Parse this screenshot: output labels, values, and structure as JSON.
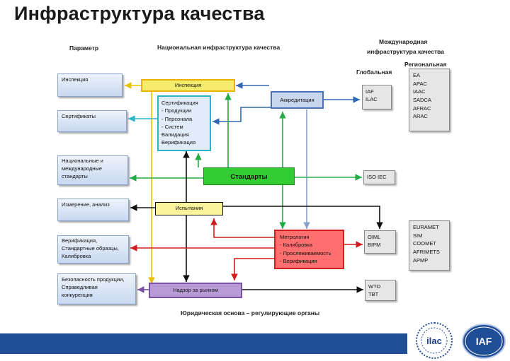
{
  "title": "Инфраструктура качества",
  "headers": {
    "parameter": "Параметр",
    "national": "Национальная инфраструктура качества",
    "international": [
      "Международная",
      "инфраструктура качества"
    ],
    "global": "Глобальная",
    "regional": "Региональная",
    "legal": "Юридическая основа – регулирующие органы"
  },
  "parameters": {
    "inspection": [
      "Инспекция"
    ],
    "certificates": [
      "Сертификаты"
    ],
    "standards": [
      "Национальные и",
      "международные",
      "стандарты"
    ],
    "measurement": [
      "Измерение, анализ"
    ],
    "verification": [
      "Верификация,",
      "Стандартные образцы,",
      "Калибровка"
    ],
    "safety": [
      "Безопасность продукции,",
      "Справедливая",
      "конкуренция"
    ]
  },
  "nodes": {
    "inspection": "Инспекция",
    "certification": [
      "Сертификация",
      "- Продукции",
      "- Персонала",
      "- Систем",
      "Валидация",
      "Верификация"
    ],
    "accreditation": "Аккредитация",
    "standards": "Стандарты",
    "testing": "Испытания",
    "metrology": [
      "Метрология",
      "- Калибровка",
      "- Прослеживаемость",
      "- Верификация"
    ],
    "market_surveillance": "Надзор за рынком"
  },
  "global_boxes": {
    "iaf": [
      "IAF",
      "ILAC"
    ],
    "iso": [
      "ISO IEC"
    ],
    "oiml": [
      "OIML",
      "BIPM"
    ],
    "wto": [
      "WTO",
      "TBT"
    ]
  },
  "regional_boxes": {
    "top": [
      "EA",
      "APAC",
      "IAAC",
      "SADCA",
      "AFRAC",
      "ARAC"
    ],
    "bottom": [
      "EURAMET",
      "SIM",
      "COOMET",
      "AFRIMETS",
      "APMP"
    ]
  },
  "logos": {
    "ilac": "ilac",
    "iaf": "IAF"
  },
  "colors": {
    "inspection_fill": "#f5ec6e",
    "inspection_border": "#e8b200",
    "certification_fill": "#e2ecf8",
    "certification_border": "#2ab3c9",
    "accreditation_fill": "#c9d7ee",
    "accreditation_border": "#4a72b8",
    "standards_fill": "#33cc33",
    "testing_fill": "#fbf49a",
    "metrology_fill": "#ff6f6f",
    "metrology_border": "#d11d1d",
    "market_fill": "#b89bd6",
    "market_border": "#7a4fa6",
    "brand_bar": "#1f4e96"
  }
}
